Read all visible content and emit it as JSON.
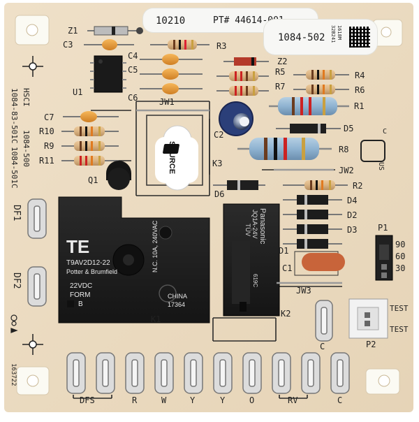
{
  "board": {
    "sticker_serial": "10210",
    "part_number": "PT# 44614-001",
    "model_label": "1084-502",
    "qr_small_text": "1618M",
    "qr_small_text2": "32B241",
    "side_text_line1": "HSCI",
    "side_text_line2": "1084-83-501C",
    "side_text_line3": "1084-500",
    "side_text_line4": "1084-501C",
    "corner_code": "163722",
    "source_logo": "SOURCE",
    "ul_mark": "US",
    "ul_mark_c": "C"
  },
  "designators": {
    "Z1": "Z1",
    "C3": "C3",
    "U1": "U1",
    "C4": "C4",
    "C5": "C5",
    "C6": "C6",
    "R3": "R3",
    "Z2": "Z2",
    "R5": "R5",
    "R7": "R7",
    "R4": "R4",
    "R6": "R6",
    "R1": "R1",
    "JW1": "JW1",
    "C7": "C7",
    "R10": "R10",
    "R9": "R9",
    "R11": "R11",
    "C2": "C2",
    "D5": "D5",
    "R8": "R8",
    "K3": "K3",
    "JW2": "JW2",
    "Q1": "Q1",
    "D6": "D6",
    "R2": "R2",
    "D4": "D4",
    "D2": "D2",
    "D3": "D3",
    "D1": "D1",
    "P1": "P1",
    "C1": "C1",
    "JW3": "JW3",
    "K1": "K1",
    "K2": "K2",
    "P2": "P2",
    "DF1": "DF1",
    "DF2": "DF2",
    "C_term": "C"
  },
  "jumper_positions": [
    "90",
    "60",
    "30"
  ],
  "test_labels": [
    "TEST",
    "TEST"
  ],
  "terminal_labels": [
    "DFS",
    "R",
    "W",
    "Y",
    "Y",
    "O",
    "RV",
    "C"
  ],
  "relay_k1": {
    "brand": "TE",
    "model": "T9AV2D12-22",
    "maker": "Potter & Brumfield",
    "coil": "22VDC",
    "form": "FORM",
    "form_letter": "B",
    "rating": "N.C. 10A, 240VAC",
    "country": "CHINA",
    "lot": "17364"
  },
  "relay_k2": {
    "brand": "Panasonic",
    "model": "JQ1A-24V",
    "approval": "TÜV",
    "lot": "619C"
  },
  "colors": {
    "board": "#ecdcc4",
    "relay": "#1e1e1e",
    "resistor_body": "#d9b383",
    "power_resistor": "#8fb3d1",
    "diode": "#222222",
    "capacitor_orange": "#e39a3c",
    "film_cap": "#c8643a",
    "mounting_hole": "#fbfaf3"
  }
}
